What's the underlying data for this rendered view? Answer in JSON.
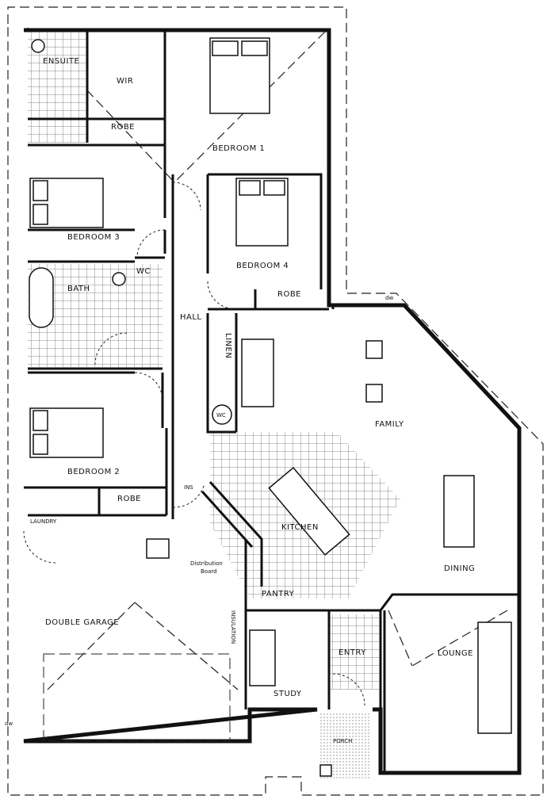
{
  "plan": {
    "rooms": {
      "ensuite": "ENSUITE",
      "wir": "WIR",
      "robe1": "ROBE",
      "bedroom1": "BEDROOM 1",
      "bedroom3": "BEDROOM 3",
      "bedroom4": "BEDROOM 4",
      "robe4": "ROBE",
      "bath": "BATH",
      "wc": "WC",
      "hall": "HALL",
      "linen": "LINEN",
      "wc2": "WC",
      "family": "FAMILY",
      "bedroom2": "BEDROOM 2",
      "robe2": "ROBE",
      "laundry": "LAUNDRY",
      "kitchen": "KITCHEN",
      "dining": "DINING",
      "pantry": "PANTRY",
      "garage": "DOUBLE GARAGE",
      "study": "STUDY",
      "entry": "ENTRY",
      "lounge": "LOUNGE",
      "porch": "PORCH"
    },
    "annotations": {
      "distribution_board": [
        "Distribution",
        "Board"
      ],
      "insulation": "INSULATION",
      "ins": "INS",
      "dw": "dw"
    },
    "colors": {
      "wall": "#111111",
      "tile": "#888888"
    }
  }
}
